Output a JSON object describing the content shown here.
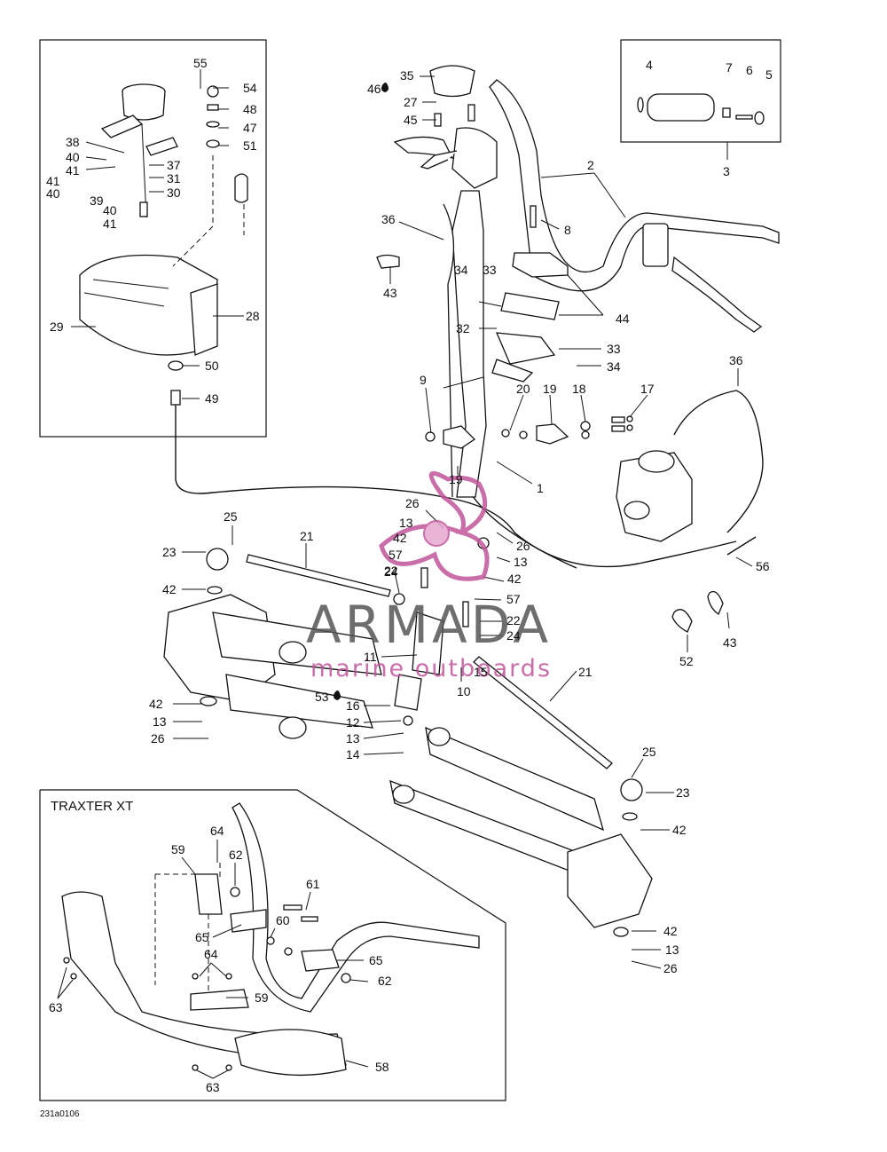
{
  "watermark": {
    "brand": "ARMADA",
    "tagline": "marine outboards",
    "color": "#c0559a"
  },
  "insets": {
    "traxter_title": "TRAXTER XT"
  },
  "figure_code": "231a0106",
  "callouts": [
    "55",
    "54",
    "48",
    "47",
    "51",
    "38",
    "40",
    "41",
    "37",
    "41",
    "31",
    "40",
    "39",
    "30",
    "40",
    "41",
    "29",
    "28",
    "50",
    "49",
    "4",
    "7",
    "6",
    "5",
    "3",
    "35",
    "46",
    "27",
    "45",
    "2",
    "36",
    "8",
    "43",
    "34",
    "33",
    "44",
    "32",
    "33",
    "34",
    "36",
    "9",
    "20",
    "19",
    "18",
    "17",
    "19",
    "1",
    "26",
    "13",
    "42",
    "57",
    "26",
    "13",
    "42",
    "22",
    "57",
    "22",
    "24",
    "11",
    "15",
    "10",
    "25",
    "23",
    "21",
    "42",
    "24",
    "53",
    "16",
    "12",
    "13",
    "14",
    "42",
    "13",
    "26",
    "21",
    "56",
    "52",
    "43",
    "25",
    "23",
    "42",
    "42",
    "13",
    "26",
    "64",
    "59",
    "62",
    "61",
    "60",
    "65",
    "65",
    "62",
    "64",
    "59",
    "63",
    "63",
    "58"
  ],
  "colors": {
    "ink": "#111111",
    "watermark_pink": "#c0559a",
    "watermark_gray": "#555555"
  }
}
